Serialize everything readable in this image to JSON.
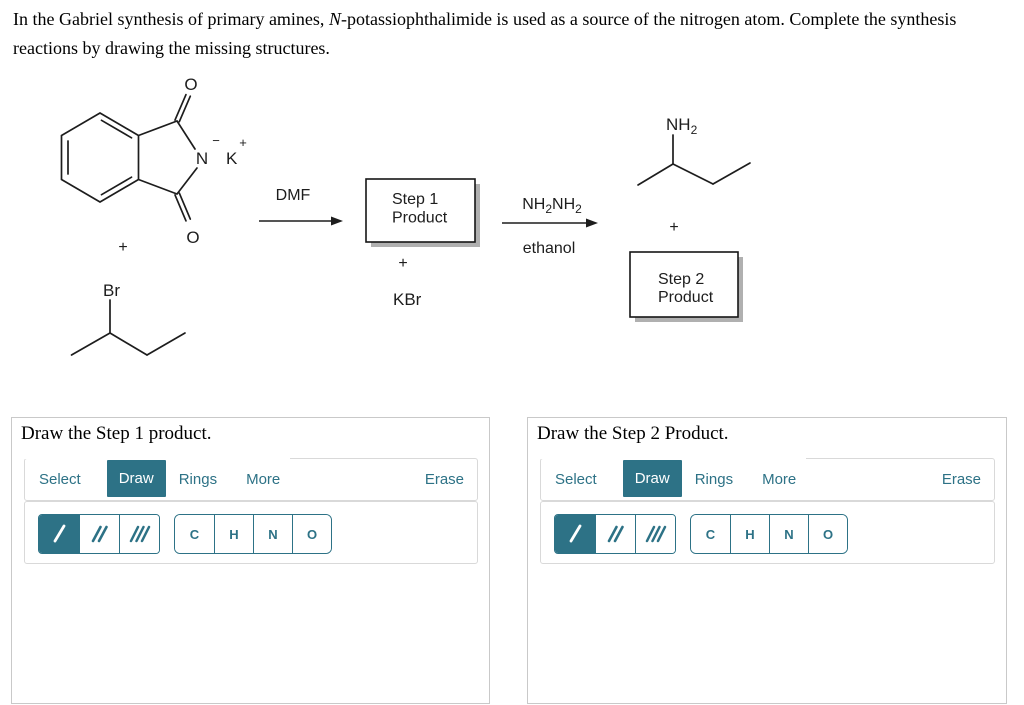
{
  "problem": {
    "before_italic": "In the Gabriel synthesis of primary amines, ",
    "italic": "N",
    "after_italic": "-potassiophthalimide is used as a source of the nitrogen atom. Complete the synthesis reactions by drawing the missing structures."
  },
  "scheme": {
    "phthalimide": {
      "n_atom": "N",
      "n_charge": "−",
      "k_atom": "K",
      "k_charge": "+",
      "o_top": "O",
      "o_bottom": "O"
    },
    "plus_left": "+",
    "bromide_label": "Br",
    "arrow1_reagent": "DMF",
    "step1_line1": "Step 1",
    "step1_line2": "Product",
    "plus_mid": "+",
    "byproduct": "KBr",
    "arrow2_reagent": "NH2NH2",
    "arrow2_solvent": "ethanol",
    "amine_label": "NH2",
    "plus_right": "+",
    "step2_line1": "Step 2",
    "step2_line2": "Product"
  },
  "panel1": {
    "title": "Draw the Step 1 product."
  },
  "panel2": {
    "title": "Draw the Step 2 Product."
  },
  "toolbar": {
    "select": "Select",
    "draw": "Draw",
    "rings": "Rings",
    "more": "More",
    "erase": "Erase",
    "atom_c": "C",
    "atom_h": "H",
    "atom_n": "N",
    "atom_o": "O"
  },
  "colors": {
    "teal": "#2d7286",
    "structure": "#1d1d1d",
    "panel_border": "#c9c9c9",
    "toolbar_border": "#d9d9d9",
    "box_shadow": "#b0b0b0"
  }
}
